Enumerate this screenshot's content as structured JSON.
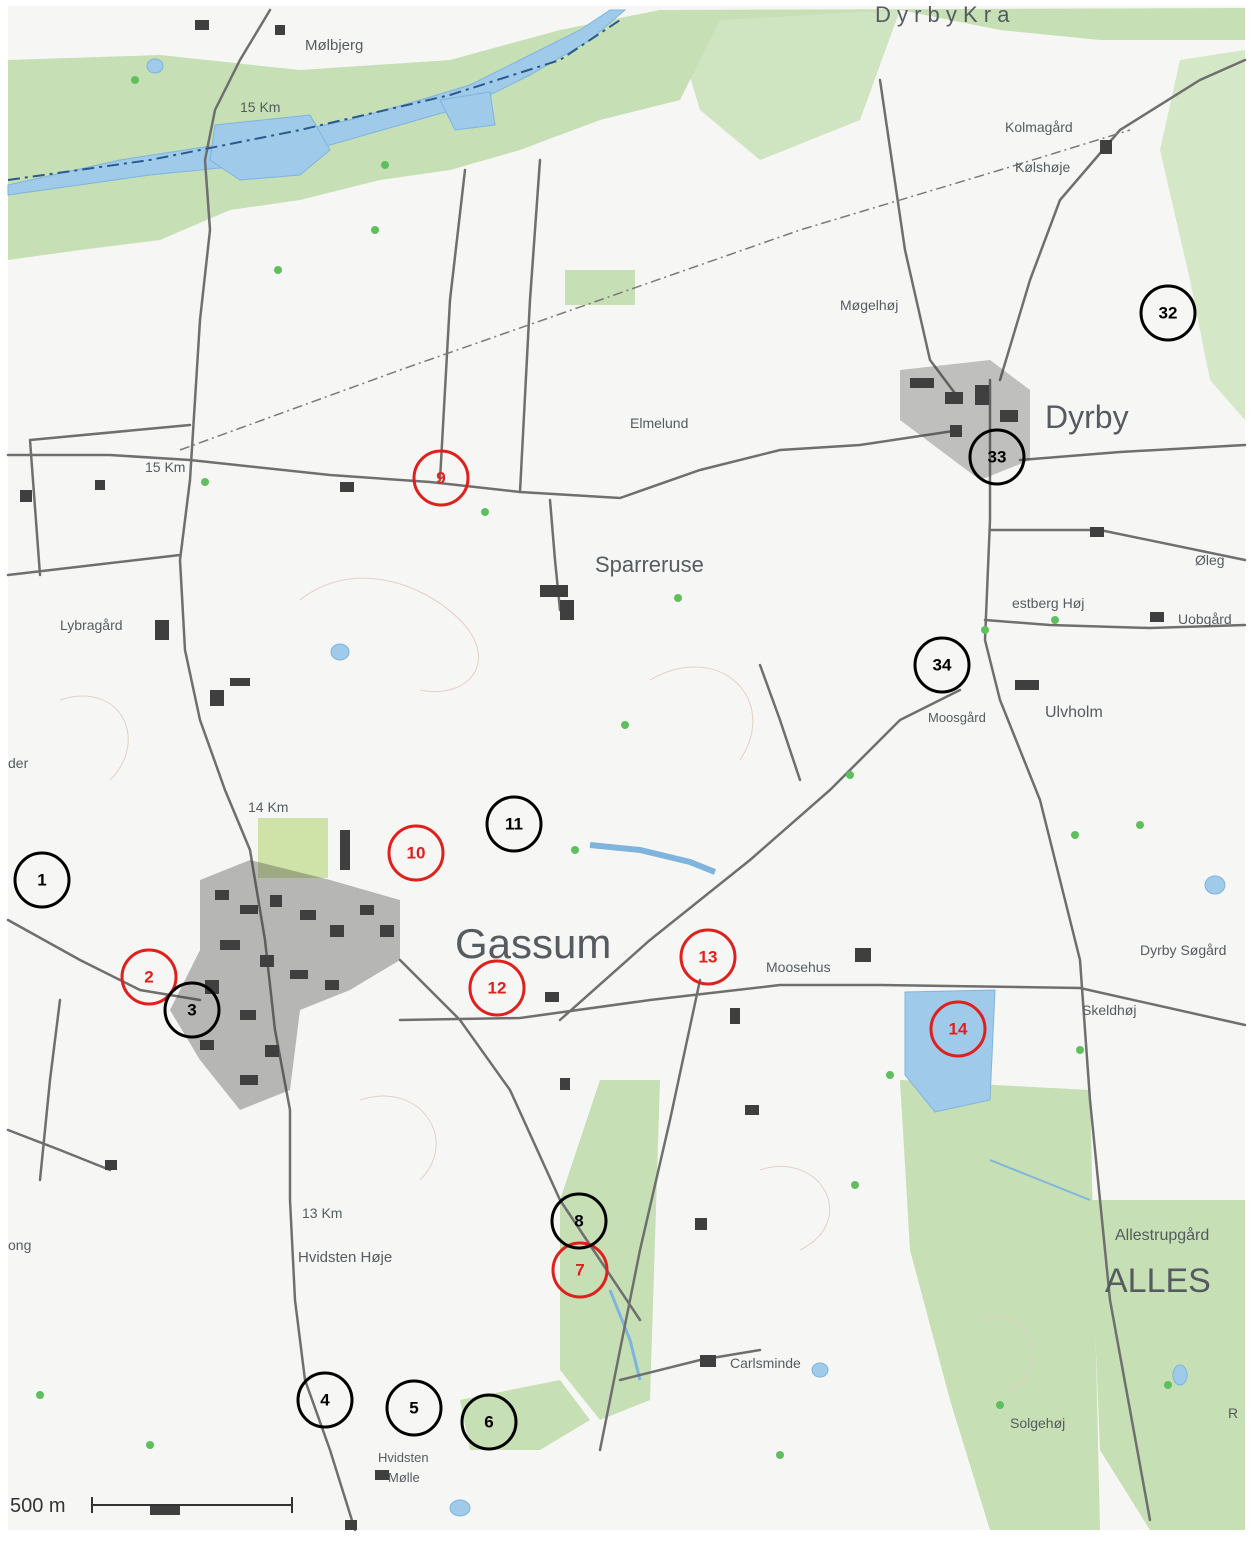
{
  "map": {
    "places": {
      "dyrby": "Dyrby",
      "dyrby_krat": "D y r b y   K r a",
      "gassum": "Gassum",
      "sparreruse": "Sparreruse",
      "molbjerg": "Mølbjerg",
      "elmelund": "Elmelund",
      "kolmagard": "Kolmagård",
      "kolshoje": "Kølshøje",
      "megelhoj": "Møgelhøj",
      "lybragard": "Lybragård",
      "estberg_hoj": "estberg Høj",
      "uobgard": "Uobgård",
      "moosgard": "Moosgård",
      "ulvholm": "Ulvholm",
      "moosehus": "Moosehus",
      "dyrby_sogard": "Dyrby Søgård",
      "skeldhoj": "Skeldhøj",
      "allestrupgard": "Allestrupgård",
      "alles": "ALLES",
      "carlsminde": "Carlsminde",
      "solgehoj": "Solgehøj",
      "hvidsten_hoje": "Hvidsten Høje",
      "hvidsten_mole_1": "Hvidsten",
      "hvidsten_mole_2": "Mølle",
      "oleg": "Øleg",
      "der": "der",
      "ong": "ong",
      "r_edge": "R"
    },
    "distance_markers": {
      "km15_top": "15 Km",
      "km15_mid": "15 Km",
      "km14": "14 Km",
      "km13": "13 Km"
    },
    "scale_label": "500 m",
    "markers": [
      {
        "id": "1",
        "color": "#000000"
      },
      {
        "id": "2",
        "color": "#e0201c"
      },
      {
        "id": "3",
        "color": "#000000"
      },
      {
        "id": "4",
        "color": "#000000"
      },
      {
        "id": "5",
        "color": "#000000"
      },
      {
        "id": "6",
        "color": "#000000"
      },
      {
        "id": "7",
        "color": "#e0201c"
      },
      {
        "id": "8",
        "color": "#000000"
      },
      {
        "id": "9",
        "color": "#e0201c"
      },
      {
        "id": "10",
        "color": "#e0201c"
      },
      {
        "id": "11",
        "color": "#000000"
      },
      {
        "id": "12",
        "color": "#e0201c"
      },
      {
        "id": "13",
        "color": "#e0201c"
      },
      {
        "id": "14",
        "color": "#e0201c"
      },
      {
        "id": "32",
        "color": "#000000"
      },
      {
        "id": "33",
        "color": "#000000"
      },
      {
        "id": "34",
        "color": "#000000"
      }
    ],
    "colors": {
      "paper": "#f6f7f4",
      "forest": "#c6dfb4",
      "water": "#9fcaea",
      "road": "#6f6f6f",
      "building": "#3f3f3f"
    }
  }
}
